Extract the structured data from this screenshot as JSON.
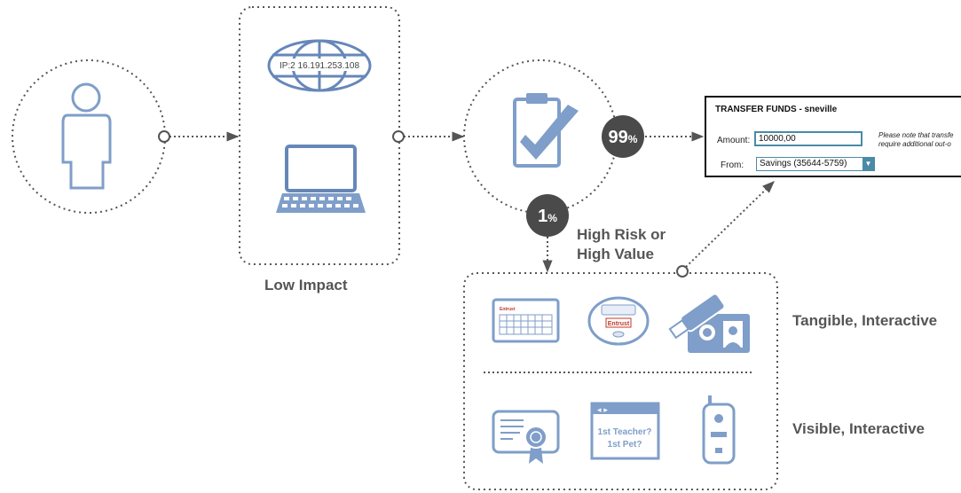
{
  "labels": {
    "low_impact": "Low Impact",
    "high_risk_line1": "High Risk or",
    "high_risk_line2": "High Value",
    "tangible": "Tangible, Interactive",
    "visible": "Visible, Interactive"
  },
  "badges": {
    "high": "99",
    "high_unit": "%",
    "low": "1",
    "low_unit": "%"
  },
  "globe": {
    "ip_text": "IP:2 16.191.253.108"
  },
  "transfer_form": {
    "title": "TRANSFER FUNDS - sneville",
    "amount_label": "Amount:",
    "amount_value": "10000,00",
    "from_label": "From:",
    "from_value": "Savings (35644-5759)",
    "note_line1": "Please note that transfe",
    "note_line2": "require additional out-o"
  },
  "devices": {
    "token_brand": "Entrust",
    "card_brand": "Entrust",
    "quiz_line1": "1st Teacher?",
    "quiz_line2": "1st Pet?"
  },
  "colors": {
    "icon_blue": "#7f9ec9",
    "icon_dark": "#6687b8",
    "badge": "#4a4a4a",
    "text_gray": "#555555",
    "brand_red": "#c0392b"
  }
}
